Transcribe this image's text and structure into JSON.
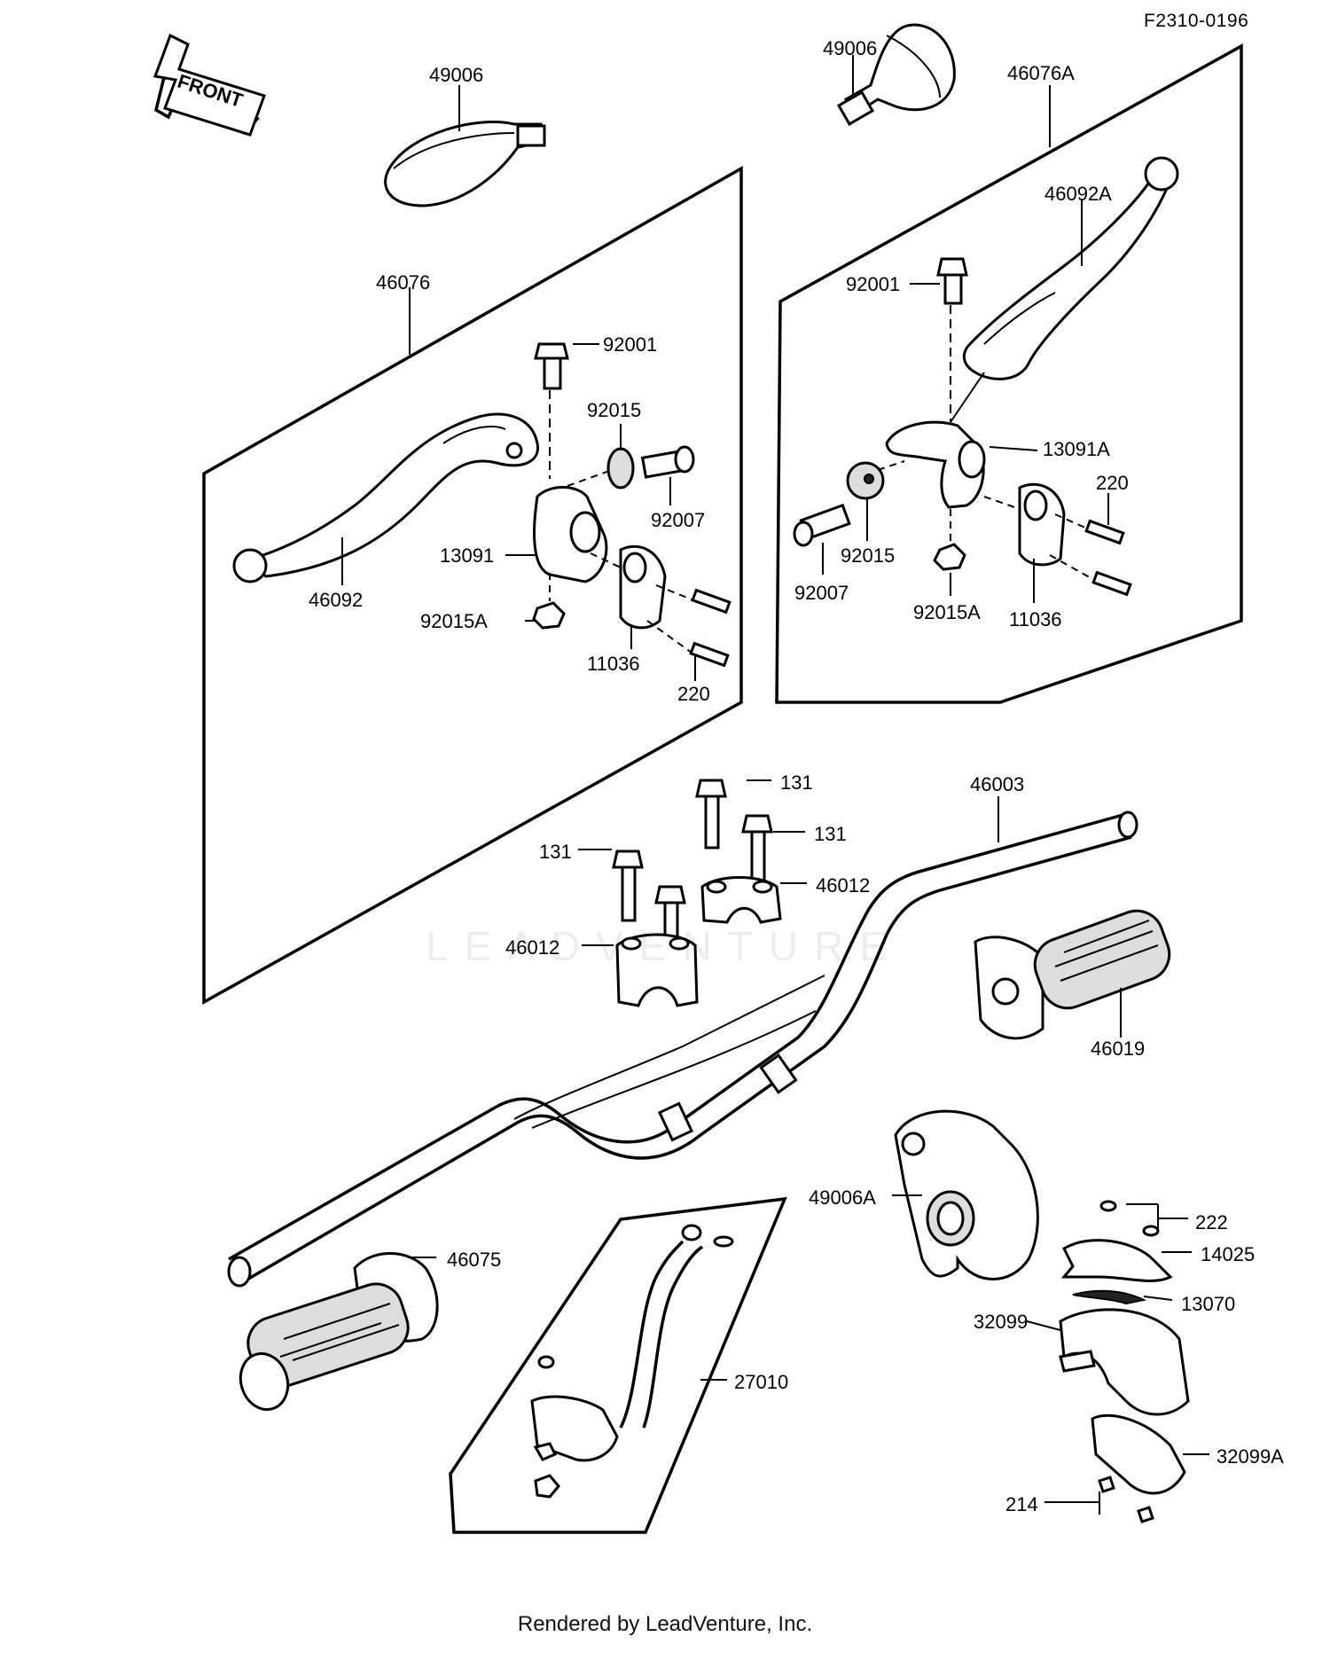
{
  "figure_code": "F2310-0196",
  "front_arrow": "FRONT",
  "footer": "Rendered by LeadVenture, Inc.",
  "watermark": "LEADVENTURE",
  "labels": {
    "l49006_left": "49006",
    "l49006_right": "49006",
    "l46076A": "46076A",
    "l46092A": "46092A",
    "l46076": "46076",
    "l92001_left": "92001",
    "l92001_right": "92001",
    "l92015_left": "92015",
    "l92007_left": "92007",
    "l13091": "13091",
    "l46092": "46092",
    "l92015A_left": "92015A",
    "l11036_left": "11036",
    "l220_left": "220",
    "l13091A": "13091A",
    "l220_right": "220",
    "l92015_right": "92015",
    "l92007_right": "92007",
    "l92015A_right": "92015A",
    "l11036_right": "11036",
    "l131_a": "131",
    "l131_b": "131",
    "l131_c": "131",
    "l46003": "46003",
    "l46012_a": "46012",
    "l46012_b": "46012",
    "l46019": "46019",
    "l49006A": "49006A",
    "l222": "222",
    "l14025": "14025",
    "l13070": "13070",
    "l32099": "32099",
    "l32099A": "32099A",
    "l214": "214",
    "l46075": "46075",
    "l27010": "27010"
  }
}
